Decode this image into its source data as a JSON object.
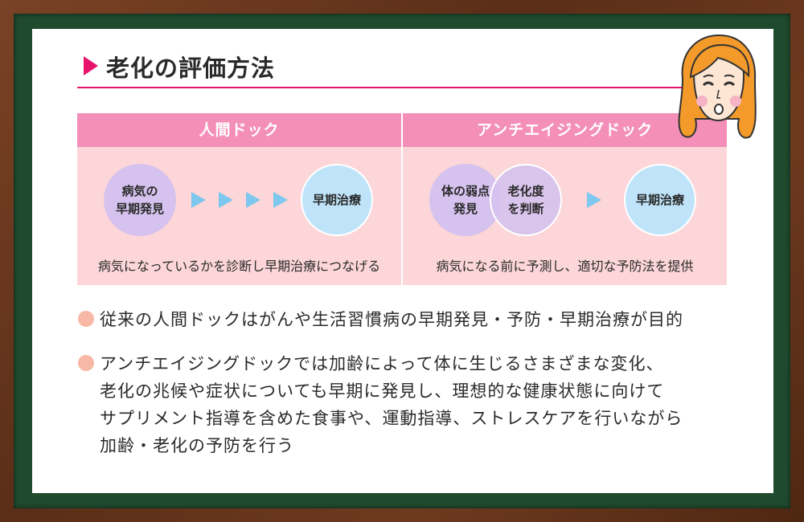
{
  "title": "老化の評価方法",
  "table": {
    "left_header": "人間ドック",
    "right_header": "アンチエイジングドック",
    "left": {
      "start_circle": [
        "病気の",
        "早期発見"
      ],
      "end_circle": "早期治療",
      "caption": "病気になっているかを診断し早期治療につなげる"
    },
    "right": {
      "circle_a": [
        "体の弱点",
        "発見"
      ],
      "circle_b": [
        "老化度",
        "を判断"
      ],
      "end_circle": "早期治療",
      "caption": "病気になる前に予測し、適切な予防法を提供"
    }
  },
  "bullets": [
    {
      "lines": [
        "従来の人間ドックはがんや生活習慣病の早期発見・予防・早期治療が目的"
      ]
    },
    {
      "lines": [
        "アンチエイジングドックでは加齢によって体に生じるさまざまな変化、",
        "老化の兆候や症状についても早期に発見し、理想的な健康状態に向けて",
        "サプリメント指導を含めた食事や、運動指導、ストレスケアを行いながら",
        "加齢・老化の予防を行う"
      ]
    }
  ],
  "colors": {
    "accent": "#e8136c",
    "table_header": "#f38fb8",
    "table_body": "#fcd6d8",
    "circle_purple": "#d5c2ee",
    "circle_blue": "#bfe4f9",
    "arrow": "#7ec7ee",
    "bullet": "#f7b9a6",
    "board": "#1f4a2e",
    "frame": "#6e3a1f"
  },
  "icons": {
    "title_marker": "triangle-right-icon",
    "character": "woman-face-illustration"
  }
}
